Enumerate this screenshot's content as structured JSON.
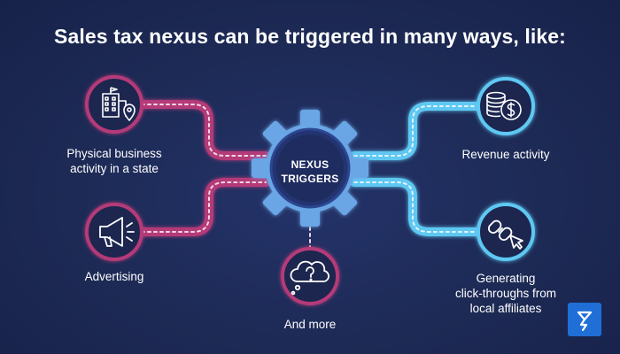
{
  "title": "Sales tax nexus can be triggered in many ways, like:",
  "center": {
    "line1": "NEXUS",
    "line2": "TRIGGERS",
    "icon": "gear-icon"
  },
  "nodes": {
    "physical": {
      "line1": "Physical business",
      "line2": "activity in a state",
      "icon": "building-location-icon"
    },
    "advertising": {
      "label": "Advertising",
      "icon": "megaphone-icon"
    },
    "more": {
      "label": "And more",
      "icon": "question-cloud-icon"
    },
    "revenue": {
      "label": "Revenue activity",
      "icon": "coins-dollar-icon"
    },
    "clicks": {
      "line1": "Generating",
      "line2": "click-throughs from",
      "line3": "local affiliates",
      "icon": "link-cursor-icon"
    }
  },
  "brand_icon": "brand-logo-icon",
  "colors": {
    "background": "#1d2a55",
    "left_accent": "#b43a78",
    "right_accent": "#5ec8f2",
    "gear": "#6aa6e6"
  }
}
